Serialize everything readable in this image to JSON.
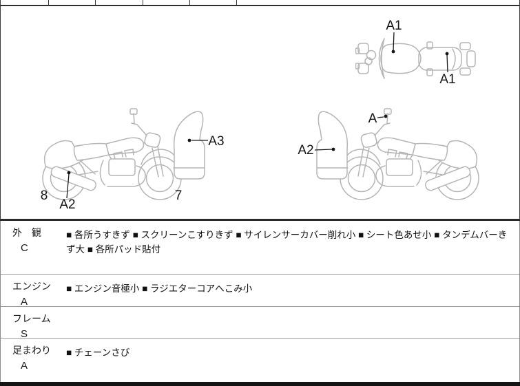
{
  "top_row": {
    "cells": [
      "",
      "",
      "",
      "",
      "",
      ""
    ]
  },
  "diagram": {
    "top_view": {
      "label_tank": "A1",
      "label_seat": "A1"
    },
    "left_bike": {
      "label_rear_wheel": "8",
      "label_muffler": "A2",
      "label_front_wheel": "7",
      "label_fairing": "A3"
    },
    "right_bike": {
      "label_fairing": "A2",
      "label_mirror": "A"
    }
  },
  "inspection_rows": [
    {
      "category": "外　観",
      "grade": "C",
      "items": [
        "各所うすきず",
        "スクリーンこすりきず",
        "サイレンサーカバー削れ小",
        "シート色あせ小",
        "タンデムバーきず大",
        "各所パッド貼付"
      ]
    },
    {
      "category": "エンジン",
      "grade": "A",
      "items": [
        "エンジン音極小",
        "ラジエターコアへこみ小"
      ]
    },
    {
      "category": "フレーム",
      "grade": "S",
      "items": []
    },
    {
      "category": "足まわり",
      "grade": "A",
      "items": [
        "チェーンさび"
      ]
    }
  ],
  "colors": {
    "line_art": "#b5b5b5",
    "label_ink": "#141414",
    "border_dark": "#2f2f2f",
    "border_light": "#9a9a9a",
    "bottom_bar": "#141414"
  }
}
